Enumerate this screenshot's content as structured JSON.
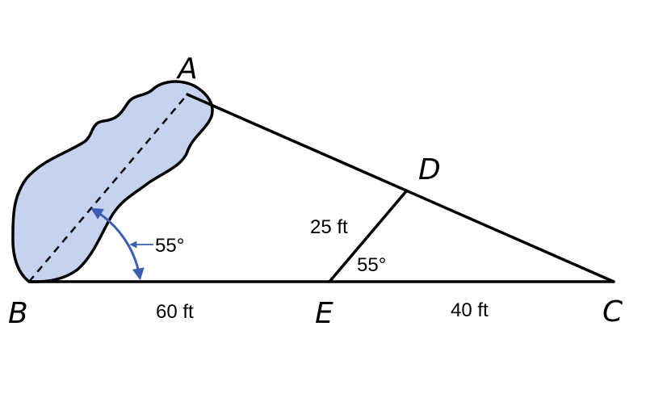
{
  "vertices": {
    "a": "A",
    "b": "B",
    "c": "C",
    "d": "D",
    "e": "E"
  },
  "measurements": {
    "be_length": "60 ft",
    "ec_length": "40 ft",
    "de_length": "25 ft",
    "angle_b": "55°",
    "angle_e": "55°"
  },
  "colors": {
    "lake_fill": "#c5d3ee",
    "angle_arrow": "#3a5fb0",
    "line": "#000000"
  }
}
